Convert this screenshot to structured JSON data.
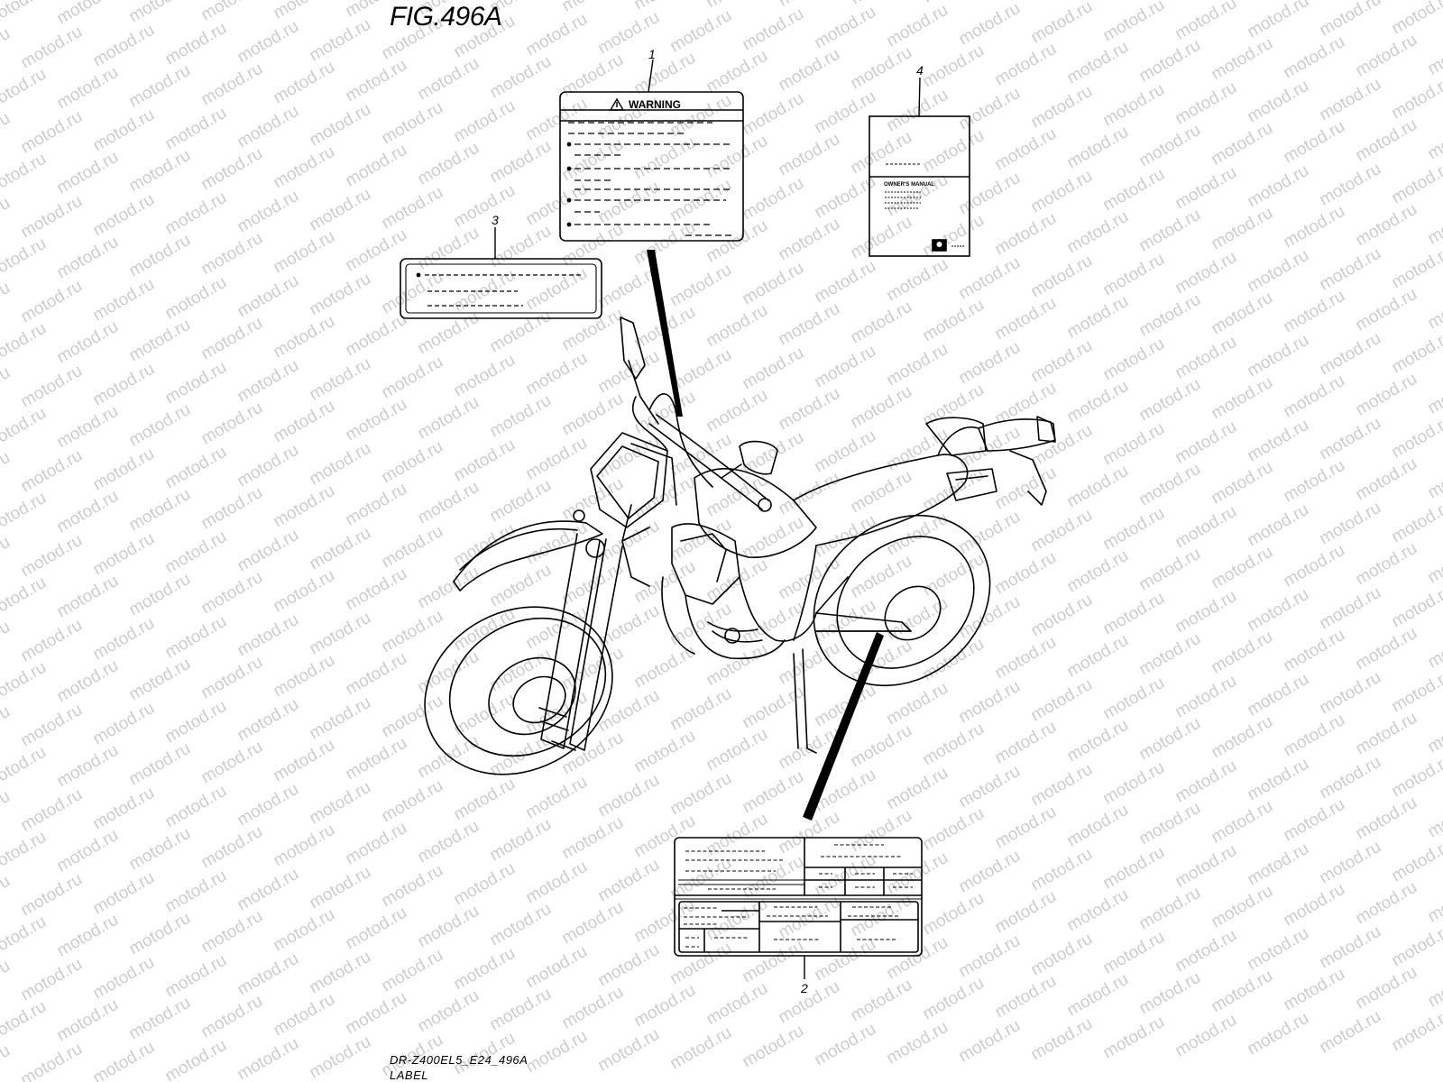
{
  "figure": {
    "title": "FIG.496A",
    "model_code": "DR-Z400EL5_E24_496A",
    "caption": "LABEL"
  },
  "watermark": {
    "text": "motod.ru",
    "color": "#cdcdcd"
  },
  "parts": [
    {
      "number": "1",
      "kind": "warning-label"
    },
    {
      "number": "2",
      "kind": "information-label"
    },
    {
      "number": "3",
      "kind": "caution-label"
    },
    {
      "number": "4",
      "kind": "owners-manual"
    }
  ],
  "labels": {
    "warning_label": {
      "heading": "WARNING",
      "icon": "warning-triangle-icon"
    },
    "owners_manual": {
      "title": "OWNER'S MANUAL",
      "icon": "brand-emblem-icon"
    }
  },
  "illustration": {
    "subject": "motorcycle-line-drawing",
    "line_color": "#000000"
  }
}
